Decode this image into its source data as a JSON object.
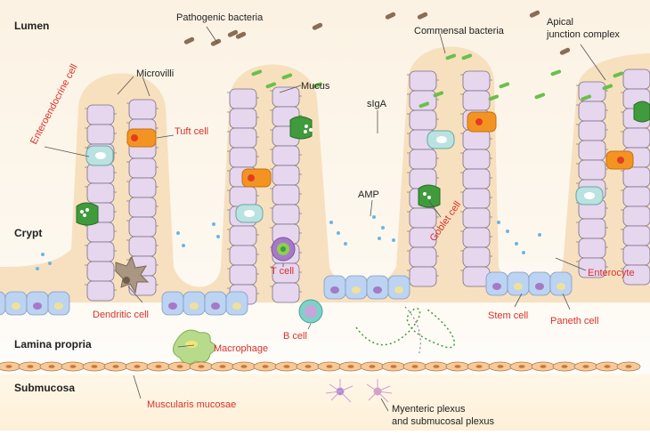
{
  "regions": {
    "lumen": "Lumen",
    "crypt": "Crypt",
    "lamina_propria": "Lamina propria",
    "submucosa": "Submucosa"
  },
  "labels": {
    "pathogenic_bacteria": "Pathogenic bacteria",
    "commensal_bacteria": "Commensal bacteria",
    "apical_junction_line1": "Apical",
    "apical_junction_line2": "junction complex",
    "microvilli": "Microvilli",
    "mucus": "Mucus",
    "siga": "sIgA",
    "amp": "AMP",
    "enteroendocrine_cell": "Enteroendocrine cell",
    "tuft_cell": "Tuft cell",
    "t_cell": "T cell",
    "b_cell": "B cell",
    "goblet_cell": "Goblet cell",
    "dendritic_cell": "Dendritic cell",
    "macrophage": "Macrophage",
    "stem_cell": "Stem cell",
    "paneth_cell": "Paneth cell",
    "enterocyte": "Enterocyte",
    "muscularis_mucosae": "Muscularis mucosae",
    "myenteric_line1": "Myenteric plexus",
    "myenteric_line2": "and submucosal plexus"
  },
  "colors": {
    "lumen_top": "#fbf3e6",
    "mucus": "#f6dcb6",
    "enterocyte": "#e6d6ee",
    "enterocyte_stroke": "#7a6f86",
    "goblet": "#3f9b3c",
    "tuft": "#f39422",
    "enteroendocrine": "#b9e2e0",
    "stem": "#bcd3f1",
    "paneth_nucleus": "#f0e19a",
    "muscle": "#f6c998",
    "red_label": "#d8312a",
    "bacteria_commensal": "#6abf4b",
    "bacteria_pathogenic": "#8a6d55"
  }
}
